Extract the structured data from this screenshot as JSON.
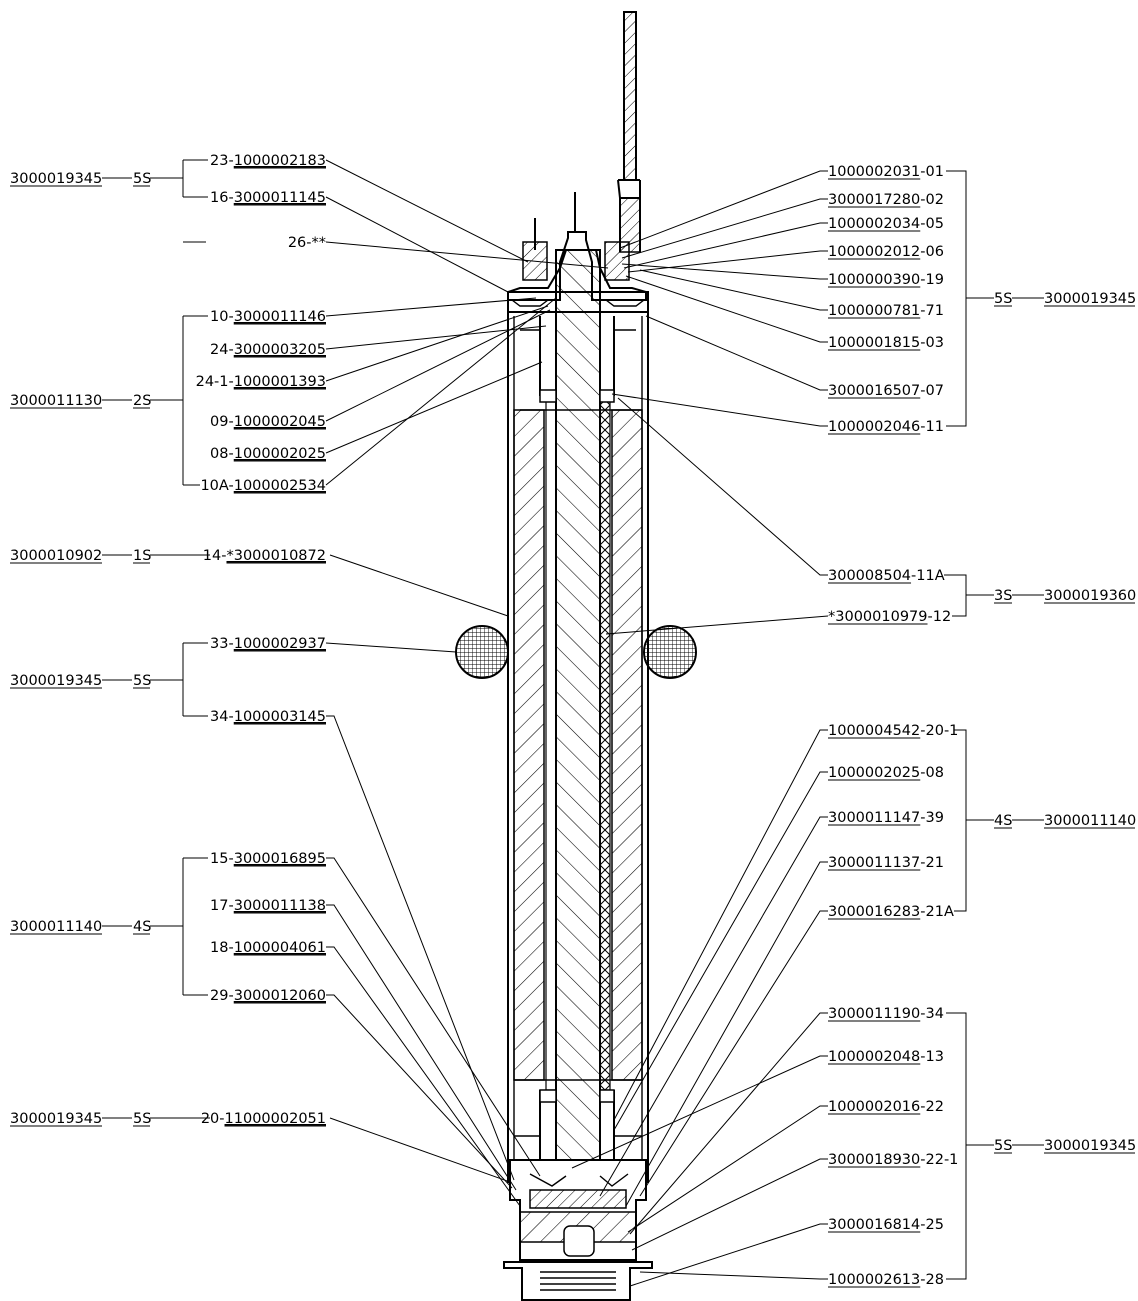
{
  "left_labels": [
    {
      "id": "l_23",
      "prefix": "23-",
      "code": "1000002183",
      "suffix": ""
    },
    {
      "id": "l_16",
      "prefix": "16-",
      "code": "3000011145",
      "suffix": ""
    },
    {
      "id": "l_26",
      "prefix": "26-**",
      "code": "",
      "suffix": ""
    },
    {
      "id": "l_10",
      "prefix": "10-",
      "code": "3000011146",
      "suffix": ""
    },
    {
      "id": "l_24",
      "prefix": "24-",
      "code": "3000003205",
      "suffix": ""
    },
    {
      "id": "l_241",
      "prefix": "24-1-",
      "code": "1000001393",
      "suffix": ""
    },
    {
      "id": "l_09",
      "prefix": "09-",
      "code": "1000002045",
      "suffix": ""
    },
    {
      "id": "l_08",
      "prefix": "08-",
      "code": "1000002025",
      "suffix": ""
    },
    {
      "id": "l_10a",
      "prefix": "10A-",
      "code": "1000002534",
      "suffix": ""
    },
    {
      "id": "l_14",
      "prefix": "14-",
      "code": "*3000010872",
      "suffix": ""
    },
    {
      "id": "l_33",
      "prefix": "33-",
      "code": "1000002937",
      "suffix": ""
    },
    {
      "id": "l_34",
      "prefix": "34-",
      "code": "1000003145",
      "suffix": ""
    },
    {
      "id": "l_15",
      "prefix": "15-",
      "code": "3000016895",
      "suffix": ""
    },
    {
      "id": "l_17",
      "prefix": "17-",
      "code": "3000011138",
      "suffix": ""
    },
    {
      "id": "l_18",
      "prefix": "18-",
      "code": "1000004061",
      "suffix": ""
    },
    {
      "id": "l_29",
      "prefix": "29-",
      "code": "3000012060",
      "suffix": ""
    },
    {
      "id": "l_20",
      "prefix": "20-",
      "code": "11000002051",
      "suffix": ""
    }
  ],
  "left_groups": [
    {
      "id": "lg1",
      "assembly": "3000019345",
      "qty": "5S"
    },
    {
      "id": "lg2",
      "assembly": "3000011130",
      "qty": "2S"
    },
    {
      "id": "lg3",
      "assembly": "3000010902",
      "qty": "1S"
    },
    {
      "id": "lg4",
      "assembly": "3000019345",
      "qty": "5S"
    },
    {
      "id": "lg5",
      "assembly": "3000011140",
      "qty": "4S"
    },
    {
      "id": "lg6",
      "assembly": "3000019345",
      "qty": "5S"
    }
  ],
  "right_labels": [
    {
      "id": "r_01",
      "prefix": "",
      "code": "1000002031",
      "suffix": "-01"
    },
    {
      "id": "r_02",
      "prefix": "",
      "code": "3000017280",
      "suffix": "-02"
    },
    {
      "id": "r_05",
      "prefix": "",
      "code": "1000002034",
      "suffix": "-05"
    },
    {
      "id": "r_06",
      "prefix": "",
      "code": "1000002012",
      "suffix": "-06"
    },
    {
      "id": "r_19",
      "prefix": "",
      "code": "1000000390",
      "suffix": "-19"
    },
    {
      "id": "r_71",
      "prefix": "",
      "code": "1000000781",
      "suffix": "-71"
    },
    {
      "id": "r_03",
      "prefix": "",
      "code": "1000001815",
      "suffix": "-03"
    },
    {
      "id": "r_07",
      "prefix": "",
      "code": "3000016507",
      "suffix": "-07"
    },
    {
      "id": "r_11",
      "prefix": "",
      "code": "1000002046",
      "suffix": "-11"
    },
    {
      "id": "r_11a",
      "prefix": "",
      "code": "300008504",
      "suffix": "-11A"
    },
    {
      "id": "r_12",
      "prefix": "",
      "code": "*3000010979",
      "suffix": "-12"
    },
    {
      "id": "r_201",
      "prefix": "",
      "code": "1000004542",
      "suffix": "-20-1"
    },
    {
      "id": "r_08",
      "prefix": "",
      "code": "1000002025",
      "suffix": "-08"
    },
    {
      "id": "r_39",
      "prefix": "",
      "code": "3000011147",
      "suffix": "-39"
    },
    {
      "id": "r_21",
      "prefix": "",
      "code": "3000011137",
      "suffix": "-21"
    },
    {
      "id": "r_21a",
      "prefix": "",
      "code": "3000016283",
      "suffix": "-21A"
    },
    {
      "id": "r_34",
      "prefix": "",
      "code": "3000011190",
      "suffix": "-34"
    },
    {
      "id": "r_13",
      "prefix": "",
      "code": "1000002048",
      "suffix": "-13"
    },
    {
      "id": "r_22",
      "prefix": "",
      "code": "1000002016",
      "suffix": "-22"
    },
    {
      "id": "r_221",
      "prefix": "",
      "code": "3000018930",
      "suffix": "-22-1"
    },
    {
      "id": "r_25",
      "prefix": "",
      "code": "3000016814",
      "suffix": "-25"
    },
    {
      "id": "r_28",
      "prefix": "",
      "code": "1000002613",
      "suffix": "-28"
    }
  ],
  "right_groups": [
    {
      "id": "rg1",
      "assembly": "3000019345",
      "qty": "5S"
    },
    {
      "id": "rg2",
      "assembly": "3000019360",
      "qty": "3S"
    },
    {
      "id": "rg3",
      "assembly": "3000011140",
      "qty": "4S"
    },
    {
      "id": "rg4",
      "assembly": "3000019345",
      "qty": "5S"
    }
  ]
}
